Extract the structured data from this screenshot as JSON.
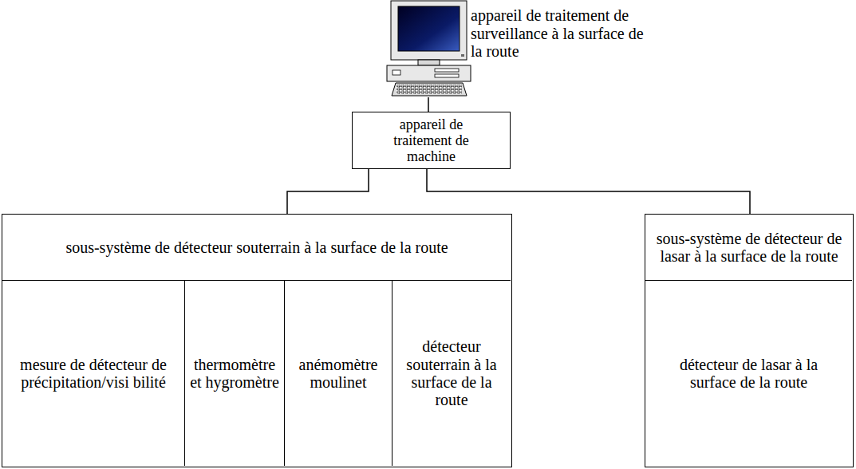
{
  "diagram": {
    "nodes": [
      {
        "text": [
          "appareil de traitement de surveillance à la surface de la route"
        ]
      },
      {
        "text": [
          "appareil de traitement de machine"
        ]
      },
      {
        "text": [
          "sous-système de détecteur souterrain à la surface de la route"
        ]
      },
      {
        "text": [
          "mesure de détecteur de précipitation/visi bilité"
        ],
        "in": 2
      },
      {
        "text": [
          "thermomètre et hygromètre"
        ],
        "in": 2
      },
      {
        "text": [
          "anémomètre moulinet"
        ],
        "in": 2
      },
      {
        "text": [
          "détecteur souterrain à la surface de la route"
        ],
        "in": 2
      },
      {
        "text": [
          "sous-système de détecteur de lasar à la surface de la route"
        ]
      },
      {
        "text": [
          "détecteur de lasar à la surface de la route"
        ],
        "in": 7
      }
    ],
    "edges": [
      {
        "from": 0,
        "to": 1,
        "arrow": "none"
      },
      {
        "from": 1,
        "to": 2,
        "arrow": "none"
      },
      {
        "from": 1,
        "to": 7,
        "arrow": "none"
      }
    ]
  }
}
